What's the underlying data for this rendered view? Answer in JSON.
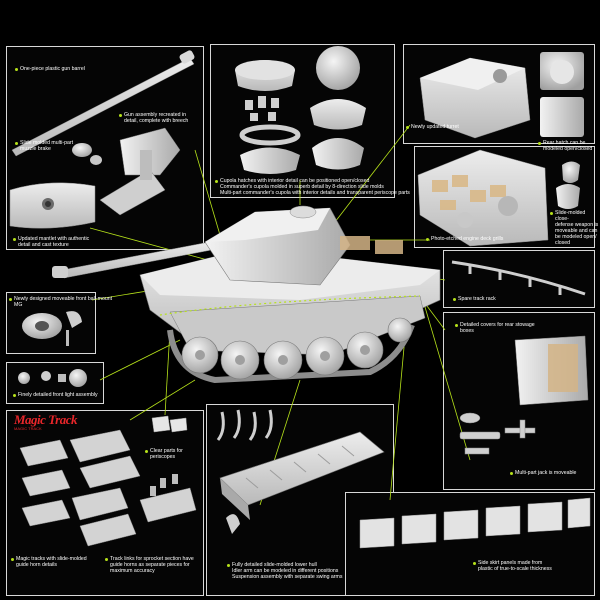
{
  "captions": {
    "gun_barrel": "One-piece plastic gun barrel",
    "gun_assembly_1": "Gun assembly recreated in",
    "gun_assembly_2": "detail, complete with breech",
    "muzzle_1": "Slide molded multi-part",
    "muzzle_2": "muzzle brake",
    "mantlet_1": "Updated mantlet with authentic",
    "mantlet_2": "detail and cast texture",
    "cupola_1": "Cupola hatches with interior detail can be positioned open/closed",
    "cupola_2": "Commander's cupola molded in superb detail by 8-direction slide molds",
    "cupola_3": "Multi-part commander's cupola with interior details and transparent periscope parts",
    "turret": "Newly updated turret",
    "rear_hatch_1": "Rear hatch can be",
    "rear_hatch_2": "modeled open/closed",
    "pe_grills": "Photo-etched engine deck grills",
    "close_def_1": "Slide-molded close-",
    "close_def_2": "defense weapon is",
    "close_def_3": "moveable and can",
    "close_def_4": "be modeled open/",
    "close_def_5": "closed",
    "spare_track": "Spare track rack",
    "ball_mount_1": "Newly designed moveable front ball-mount",
    "ball_mount_2": "MG",
    "front_light": "Finely detailed front light assembly",
    "stowage_1": "Detailed covers for rear stowage",
    "stowage_2": "boxes",
    "periscopes_1": "Clear parts for",
    "periscopes_2": "periscopes",
    "jack": "Multi-part jack is moveable",
    "magic_tracks_1": "Magic tracks with slide-molded",
    "magic_tracks_2": "guide horn details",
    "track_links_1": "Track links for sprocket section have",
    "track_links_2": "guide horns as separate pieces for",
    "track_links_3": "maximum accuracy",
    "lower_hull_1": "Fully detailed slide-molded lower hull",
    "lower_hull_2": "Idler arm can be modeled in different positions",
    "lower_hull_3": "Suspension assembly with separate swing arms",
    "side_skirt_1": "Side skirt panels made from",
    "side_skirt_2": "plastic of true-to-scale thickness"
  },
  "logo": {
    "main": "Magic Track",
    "sub": "MAGIC TRACK"
  },
  "colors": {
    "background": "#000000",
    "panel_border": "#d8d8d8",
    "accent_line": "#b6e21a",
    "part_gray": "#d4d4d4",
    "logo_red": "#e8262a"
  }
}
